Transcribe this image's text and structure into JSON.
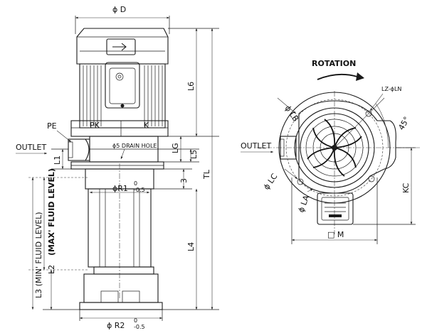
{
  "labels": {
    "phi_d": "ϕ D",
    "l6": "L6",
    "pe": "PE",
    "pk": "PK",
    "k": "K",
    "outlet_left": "OUTLET",
    "drain_hole": "ϕ5 DRAIN HOLE",
    "lg": "LG",
    "l5": "L5",
    "l1": "L1",
    "three": "3",
    "tl": "TL",
    "r1": "ϕR1",
    "r1_tol_top": "0",
    "r1_tol_bottom": "-0.5",
    "min_fluid": "L3 (MIN' FLUID LEVEL)",
    "max_fluid": "(MAX' FLUID LEVEL)",
    "l4": "L4",
    "l2": "L2",
    "r2": "ϕ R2",
    "r2_tol_top": "0",
    "r2_tol_bottom": "-0.5",
    "rotation": "ROTATION",
    "lz_ln": "LZ-ϕLN",
    "lb": "ϕ LB",
    "forty_five": "45°",
    "outlet_right": "OUTLET",
    "lc": "ϕ LC",
    "kc": "KC",
    "la": "ϕ LA",
    "m": "□ M"
  }
}
